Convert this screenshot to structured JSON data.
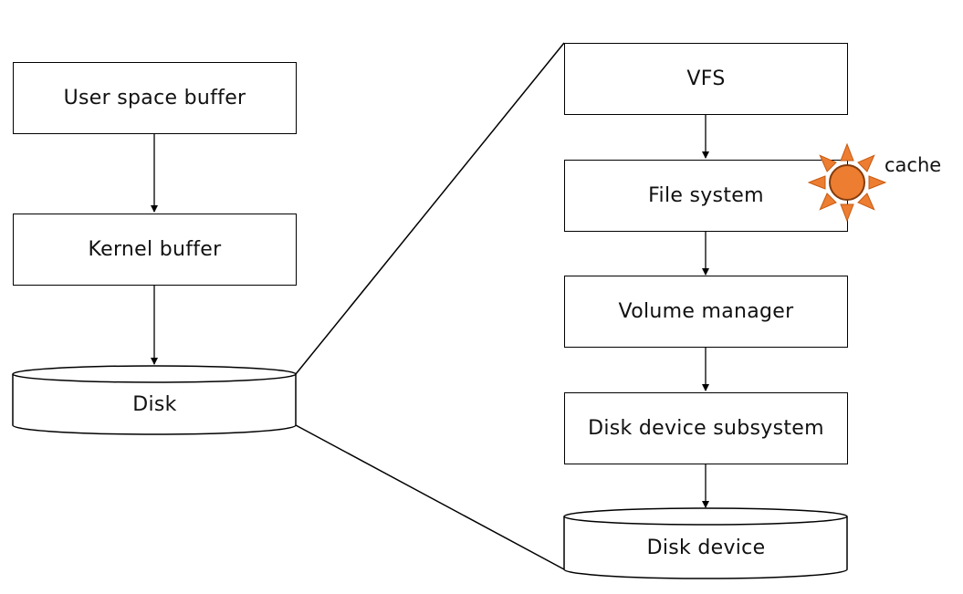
{
  "left_stack": {
    "user_buffer": "User space buffer",
    "kernel_buffer": "Kernel buffer",
    "disk": "Disk"
  },
  "right_stack": {
    "vfs": "VFS",
    "file_system": "File system",
    "volume_manager": "Volume manager",
    "disk_device_subsystem": "Disk device subsystem",
    "disk_device": "Disk device"
  },
  "cache": {
    "label": "cache",
    "icon": "sun-icon",
    "color": "#ED7D31"
  }
}
